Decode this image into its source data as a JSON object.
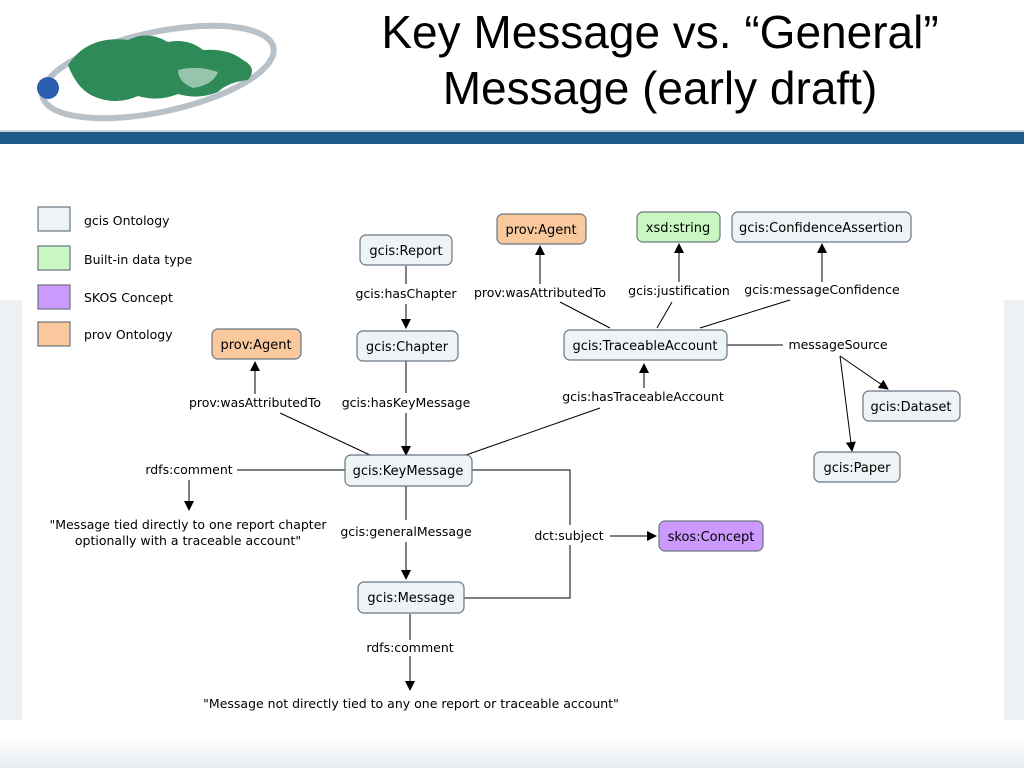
{
  "slide": {
    "title_line1": "Key Message vs. “General”",
    "title_line2": "Message (early draft)"
  },
  "legend": [
    {
      "label": "gcis Ontology",
      "color": "#eef3f6"
    },
    {
      "label": "Built-in data type",
      "color": "#c8f7c2"
    },
    {
      "label": "SKOS Concept",
      "color": "#cc99ff"
    },
    {
      "label": "prov Ontology",
      "color": "#f9c89c"
    }
  ],
  "nodes": {
    "report": "gcis:Report",
    "chapter": "gcis:Chapter",
    "key_message": "gcis:KeyMessage",
    "message": "gcis:Message",
    "traceable_account": "gcis:TraceableAccount",
    "prov_agent_left": "prov:Agent",
    "prov_agent_top": "prov:Agent",
    "xsd_string": "xsd:string",
    "confidence_assertion": "gcis:ConfidenceAssertion",
    "dataset": "gcis:Dataset",
    "paper": "gcis:Paper",
    "skos_concept": "skos:Concept"
  },
  "edges": {
    "has_chapter": "gcis:hasChapter",
    "has_key_message": "gcis:hasKeyMessage",
    "was_attributed_to_left": "prov:wasAttributedTo",
    "was_attributed_to_top": "prov:wasAttributedTo",
    "justification": "gcis:justification",
    "message_confidence": "gcis:messageConfidence",
    "message_source": "messageSource",
    "has_traceable_account": "gcis:hasTraceableAccount",
    "rdfs_comment_key": "rdfs:comment",
    "general_message": "gcis:generalMessage",
    "dct_subject": "dct:subject",
    "rdfs_comment_message": "rdfs:comment"
  },
  "comments": {
    "key_message_line1": "\"Message tied directly to one report chapter",
    "key_message_line2": "optionally with a traceable account\"",
    "message": "\"Message not directly tied to any one report or traceable account\""
  },
  "colors": {
    "gcis": "#eef3f6",
    "builtin": "#c8f7c2",
    "skos": "#cc99ff",
    "prov": "#f9c89c",
    "header_bar": "#1f5a8a"
  }
}
